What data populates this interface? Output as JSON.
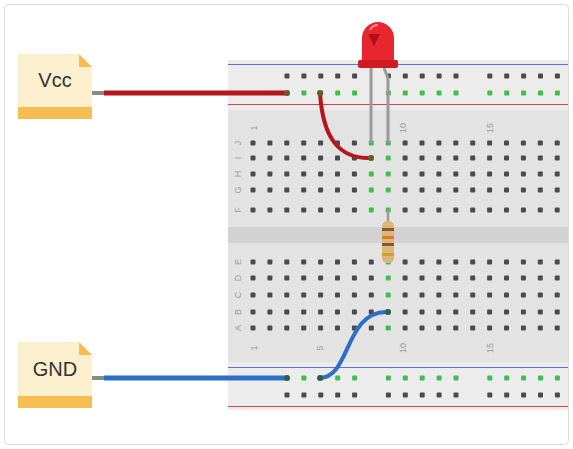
{
  "diagram": {
    "nodes": [
      {
        "text": [
          "Vcc"
        ]
      },
      {
        "text": [
          "GND"
        ]
      }
    ],
    "labels": [
      "1",
      "10",
      "15",
      "J",
      "I",
      "H",
      "G",
      "F",
      "E",
      "D",
      "C",
      "B",
      "A",
      "1",
      "5",
      "10",
      "15"
    ]
  }
}
